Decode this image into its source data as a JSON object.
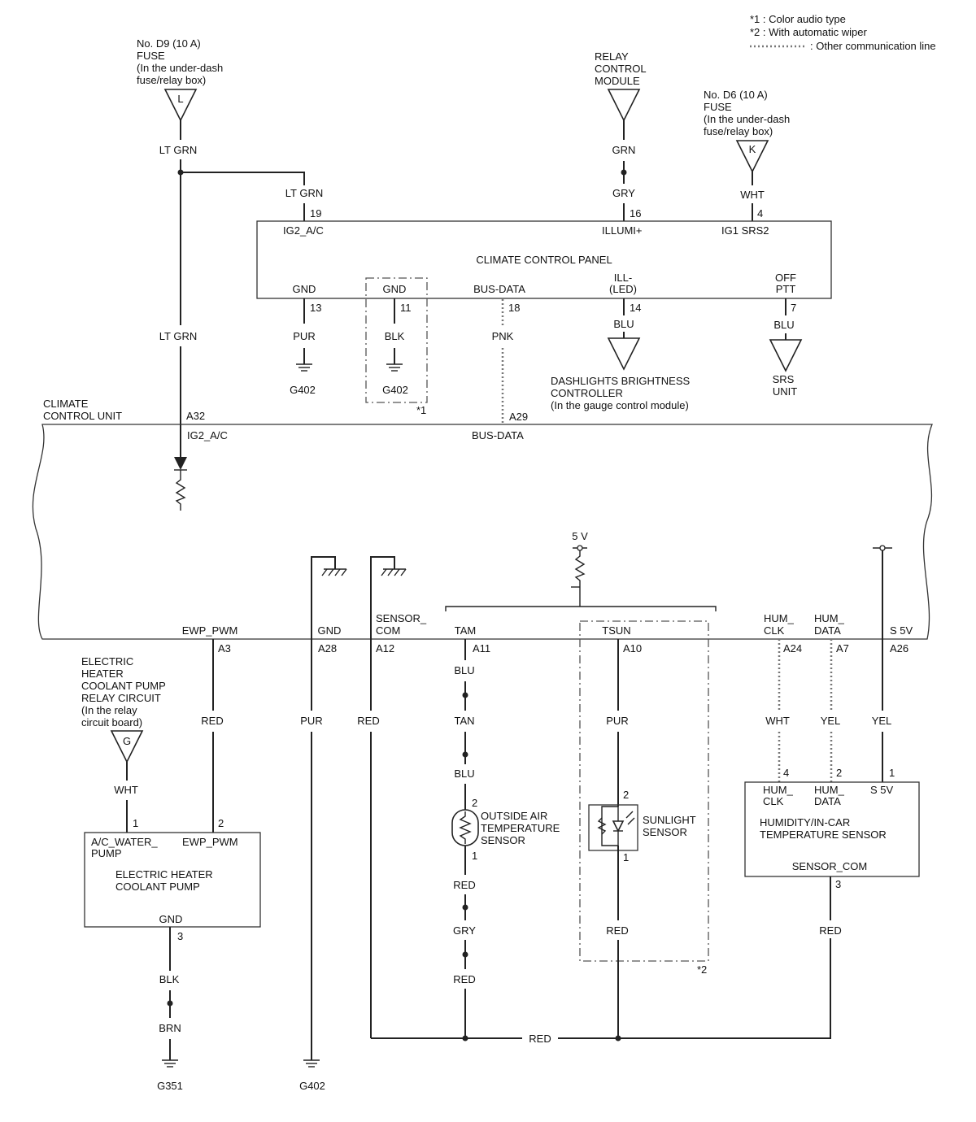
{
  "legend": {
    "note1": "*1 : Color audio type",
    "note2": "*2 : With automatic wiper",
    "note3": ": Other communication line"
  },
  "fuse_d9": {
    "line1": "No. D9 (10 A)",
    "line2": "FUSE",
    "line3": "(In the under-dash",
    "line4": "fuse/relay box)",
    "connector": "L"
  },
  "relay_module": {
    "line1": "RELAY",
    "line2": "CONTROL",
    "line3": "MODULE"
  },
  "fuse_d6": {
    "line1": "No. D6 (10 A)",
    "line2": "FUSE",
    "line3": "(In the under-dash",
    "line4": "fuse/relay box)",
    "connector": "K"
  },
  "ccp": {
    "title": "CLIMATE CONTROL PANEL",
    "ig2": "IG2_A/C",
    "illumi": "ILLUMI+",
    "ig1": "IG1 SRS2",
    "gnd1": "GND",
    "gnd2": "GND",
    "bus": "BUS-DATA",
    "ill1": "ILL-",
    "ill2": "(LED)",
    "off": "OFF",
    "ptt": "PTT",
    "pin19": "19",
    "pin16": "16",
    "pin4": "4",
    "pin13": "13",
    "pin11": "11",
    "pin18": "18",
    "pin14": "14",
    "pin7": "7",
    "mark1": "*1"
  },
  "wires": {
    "ltgrn_top": "LT GRN",
    "ltgrn_19": "LT GRN",
    "ltgrn_mid": "LT GRN",
    "grn": "GRN",
    "gry": "GRY",
    "wht_k": "WHT",
    "pur_13": "PUR",
    "blk_11": "BLK",
    "pnk": "PNK",
    "blu_14": "BLU",
    "blu_7": "BLU",
    "red_a3": "RED",
    "pur_a28": "PUR",
    "red_a12": "RED",
    "blu_a11": "BLU",
    "tan": "TAN",
    "blu_2": "BLU",
    "red_1": "RED",
    "gry_2": "GRY",
    "red_2": "RED",
    "pur_a10": "PUR",
    "red_sun": "RED",
    "wht_a24": "WHT",
    "yel_a7": "YEL",
    "yel_a26": "YEL",
    "red_hum": "RED",
    "wht_g": "WHT",
    "blk_3": "BLK",
    "brn": "BRN",
    "red_bottom": "RED"
  },
  "grounds": {
    "g402_a": "G402",
    "g402_b": "G402",
    "g402_c": "G402",
    "g351": "G351"
  },
  "dash_ctrl": {
    "line1": "DASHLIGHTS BRIGHTNESS",
    "line2": "CONTROLLER",
    "line3": "(In the gauge control module)"
  },
  "srs": {
    "line1": "SRS",
    "line2": "UNIT"
  },
  "ccu": {
    "line1": "CLIMATE",
    "line2": "CONTROL UNIT",
    "a32": "A32",
    "ig2": "IG2_A/C",
    "a29": "A29",
    "bus": "BUS-DATA",
    "ewp": "EWP_PWM",
    "gnd": "GND",
    "sc1": "SENSOR_",
    "sc2": "COM",
    "tam": "TAM",
    "tsun": "TSUN",
    "hclk1": "HUM_",
    "hclk2": "CLK",
    "hdata1": "HUM_",
    "hdata2": "DATA",
    "s5v": "S 5V",
    "a3": "A3",
    "a28": "A28",
    "a12": "A12",
    "a11": "A11",
    "a10": "A10",
    "a24": "A24",
    "a7": "A7",
    "a26": "A26",
    "v5": "5 V"
  },
  "relay_circuit": {
    "line1": "ELECTRIC",
    "line2": "HEATER",
    "line3": "COOLANT PUMP",
    "line4": "RELAY CIRCUIT",
    "line5": "(In the relay",
    "line6": "circuit board)",
    "connector": "G"
  },
  "pump": {
    "pin1": "1",
    "pin2": "2",
    "pin3": "3",
    "aw1": "A/C_WATER_",
    "aw2": "PUMP",
    "ewp": "EWP_PWM",
    "title1": "ELECTRIC HEATER",
    "title2": "COOLANT PUMP",
    "gnd": "GND"
  },
  "oat": {
    "line1": "OUTSIDE AIR",
    "line2": "TEMPERATURE",
    "line3": "SENSOR",
    "pin2": "2",
    "pin1": "1"
  },
  "sun": {
    "line1": "SUNLIGHT",
    "line2": "SENSOR",
    "pin2": "2",
    "pin1": "1",
    "mark2": "*2"
  },
  "hum": {
    "pin4": "4",
    "pin2": "2",
    "pin1": "1",
    "pin3": "3",
    "clk1": "HUM_",
    "clk2": "CLK",
    "data1": "HUM_",
    "data2": "DATA",
    "s5v": "S 5V",
    "title1": "HUMIDITY/IN-CAR",
    "title2": "TEMPERATURE SENSOR",
    "com": "SENSOR_COM"
  }
}
